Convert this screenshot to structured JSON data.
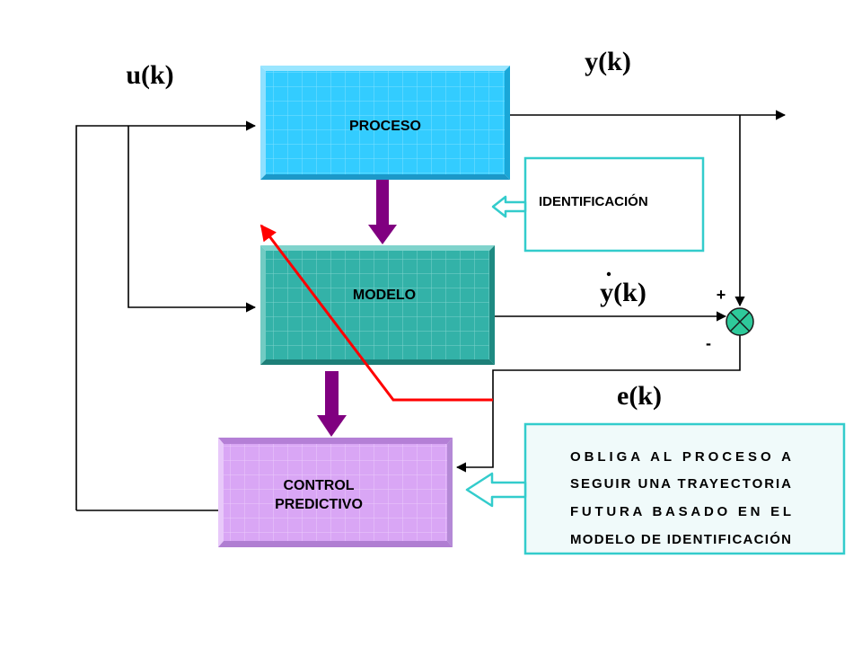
{
  "blocks": {
    "proceso": "PROCESO",
    "modelo": "MODELO",
    "control_line1": "CONTROL",
    "control_line2": "PREDICTIVO"
  },
  "signals": {
    "u": "u(k)",
    "y": "y(k)",
    "yhat": "y(k)",
    "e": "e(k)",
    "plus": "+",
    "minus": "-"
  },
  "notes": {
    "identificacion": "IDENTIFICACIÓN",
    "obliga": [
      "OBLIGA AL PROCESO A",
      "SEGUIR UNA TRAYECTORIA",
      "FUTURA BASADO EN EL",
      "MODELO DE IDENTIFICACIÓN"
    ]
  },
  "colors": {
    "proceso": "#33CCFF",
    "modelo": "#33B2A8",
    "control": "#D9A6F5",
    "purple_arrow": "#800080",
    "red_line": "#FF0000",
    "teal_border": "#33CCCC",
    "summer": "#2EC99A",
    "note_fill": "#F0FAFA"
  }
}
